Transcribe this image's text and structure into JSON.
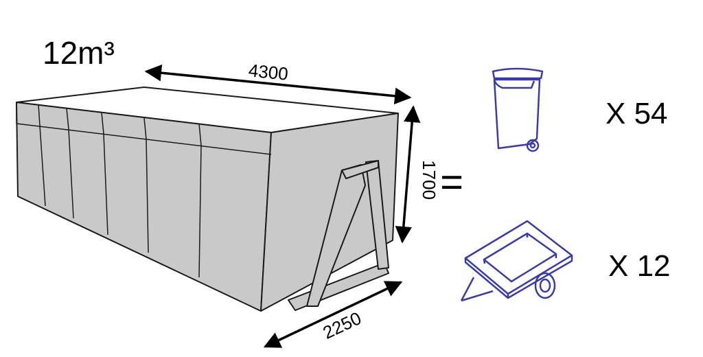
{
  "volume": {
    "label": "12m³"
  },
  "dimensions": {
    "length": "4300",
    "height": "1700",
    "width": "2250"
  },
  "equals_sign": "=",
  "equivalents": [
    {
      "icon": "wheelie-bin-icon",
      "label": "X 54"
    },
    {
      "icon": "trailer-icon",
      "label": "X 12"
    }
  ],
  "colors": {
    "skip_fill": "#c9c9c9",
    "skip_inner": "#ffffff",
    "outline": "#1a1a1a",
    "icon": "#3a3aa8"
  }
}
